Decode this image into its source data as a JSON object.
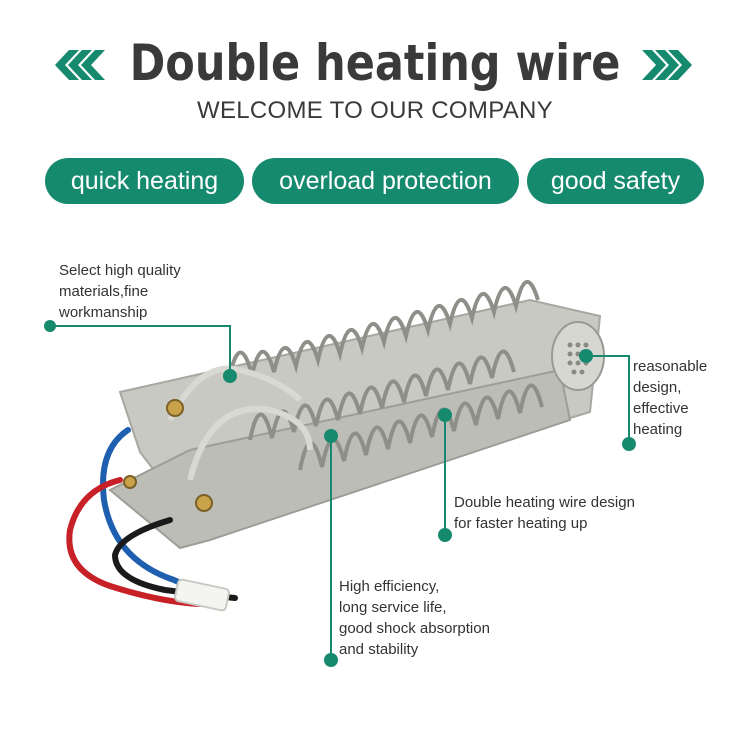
{
  "header": {
    "title": "Double heating wire",
    "subtitle": "WELCOME TO OUR COMPANY"
  },
  "features": [
    {
      "label": "quick heating"
    },
    {
      "label": "overload protection"
    },
    {
      "label": "good safety"
    }
  ],
  "callouts": [
    {
      "text_lines": [
        "Select high quality",
        "materials,fine",
        "workmanship"
      ]
    },
    {
      "text_lines": [
        "reasonable",
        "design,",
        "effective",
        "heating"
      ]
    },
    {
      "text_lines": [
        "Double heating wire design",
        "for faster heating up"
      ]
    },
    {
      "text_lines": [
        "High efficiency,",
        "long service life,",
        "good shock absorption",
        "and stability"
      ]
    }
  ],
  "colors": {
    "accent": "#168a6e",
    "title": "#3a3a3a"
  },
  "icons": [
    "chevron-left-icon",
    "chevron-right-icon"
  ]
}
